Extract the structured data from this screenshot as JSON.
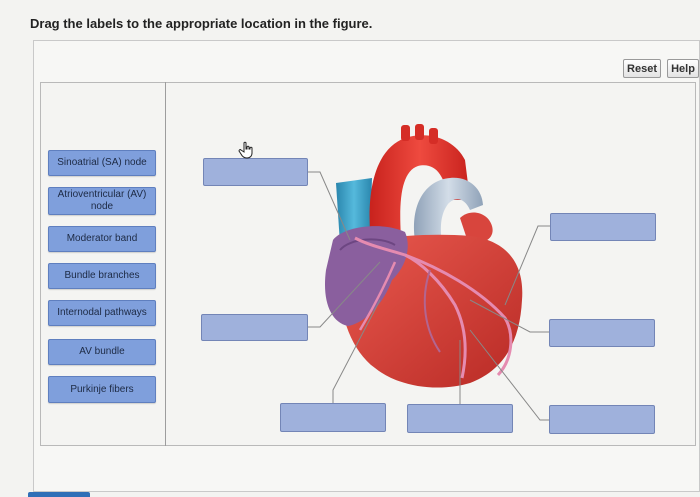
{
  "instructions": "Drag the labels to the appropriate location in the figure.",
  "toolbar": {
    "reset_label": "Reset",
    "help_label": "Help"
  },
  "labels": [
    "Sinoatrial (SA) node",
    "Atrioventricular (AV) node",
    "Moderator band",
    "Bundle branches",
    "Internodal pathways",
    "AV bundle",
    "Purkinje fibers"
  ],
  "colors": {
    "chip": "#7f9fdc",
    "drop_zone": "#9fb1dc",
    "heart_red": "#d83a32",
    "atrium_purple": "#8a5f9e",
    "vessel_blue": "#3a9fc4",
    "conduction_pink": "#e58bb0"
  },
  "icons": {
    "cursor": "hand-pointer-icon"
  }
}
